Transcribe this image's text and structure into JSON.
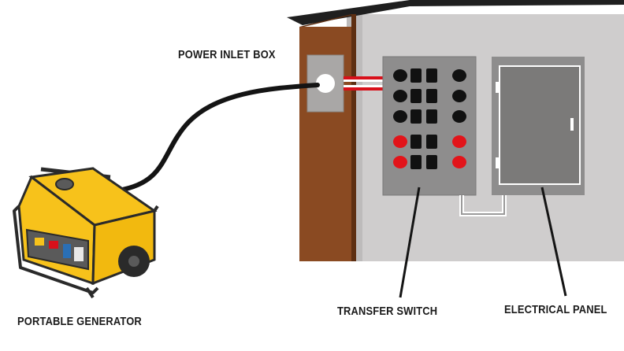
{
  "labels": {
    "power_inlet_box": "POWER INLET BOX",
    "portable_generator": "PORTABLE GENERATOR",
    "transfer_switch": "TRANSFER SWITCH",
    "electrical_panel": "ELECTRICAL PANEL"
  },
  "colors": {
    "house_wall": "#cfcdcd",
    "wall_edge": "#b5b3b3",
    "roof": "#1f1f1f",
    "wood_post": "#8a4a22",
    "inlet_plate": "#a9a7a6",
    "switch_box": "#8e8d8d",
    "breaker_black": "#111111",
    "breaker_red": "#e2141a",
    "panel_box": "#8e8d8d",
    "panel_door": "#7b7a79",
    "generator_yellow": "#f7c21b",
    "generator_dark": "#2a2a2a",
    "cable": "#141414",
    "wire_red": "#d8101a"
  },
  "switch_breakers": [
    [
      "black-round",
      "black-square",
      "black-square",
      "black-round"
    ],
    [
      "black-round",
      "black-square",
      "black-square",
      "black-round"
    ],
    [
      "black-round",
      "black-square",
      "black-square",
      "black-round"
    ],
    [
      "red-round",
      "black-square",
      "black-square",
      "red-round"
    ],
    [
      "red-round",
      "black-square",
      "black-square",
      "red-round"
    ]
  ]
}
